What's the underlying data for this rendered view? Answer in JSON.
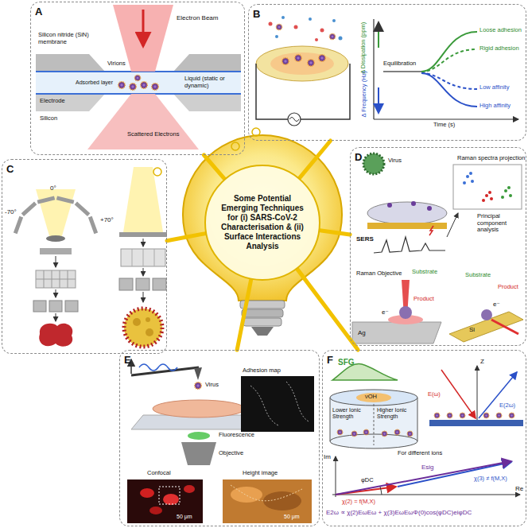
{
  "diagram": {
    "nodes": [
      {
        "text": [
          "A"
        ]
      },
      {
        "text": [
          "B"
        ]
      },
      {
        "text": [
          "C"
        ]
      },
      {
        "text": [
          "Some Potential Emerging Techniques for (i) SARS-CoV-2 Characterisation & (ii) Surface Interactions Analysis"
        ]
      },
      {
        "text": [
          "D"
        ]
      },
      {
        "text": [
          "E"
        ]
      },
      {
        "text": [
          "F"
        ]
      }
    ],
    "edges": [
      {
        "from": 3,
        "to": 0,
        "arrow": "none"
      },
      {
        "from": 3,
        "to": 1,
        "arrow": "none"
      },
      {
        "from": 3,
        "to": 2,
        "arrow": "none"
      },
      {
        "from": 3,
        "to": 4,
        "arrow": "none"
      },
      {
        "from": 3,
        "to": 5,
        "arrow": "none"
      },
      {
        "from": 3,
        "to": 6,
        "arrow": "none"
      }
    ],
    "labels": [
      "Electron Beam",
      "Silicon nitride (SiN) membrane",
      "Electrode",
      "Virions",
      "Adsorbed layer",
      "Liquid (static or dynamic)",
      "Silicon",
      "Scattered Electrons",
      "Δ Dissipation (ppm)",
      "Δ Frequency (Hz)",
      "Equilibration",
      "Loose adhesion",
      "Rigid adhesion",
      "Low affinity",
      "High affinity",
      "Time (s)",
      "+70°",
      "0°",
      "-70°",
      "Raman spectra projection",
      "Virus",
      "Principal component analysis",
      "SERS",
      "Raman Objective",
      "Substrate",
      "Product",
      "Ag",
      "e⁻",
      "Substrate",
      "Product",
      "Si",
      "e⁻",
      "Adhesion map",
      "Virus",
      "Fluorescence",
      "Objective",
      "Confocal",
      "Height image",
      "50 μm",
      "50 μm",
      "SFG",
      "νOH",
      "Lower Ionic Strength",
      "Higher Ionic Strength",
      "Z",
      "E(ω)",
      "E(2ω)",
      "Im",
      "For different ions",
      "Esig",
      "φDC",
      "χ(3) ≠ f(M,X)",
      "χ(2) = f(M,X)",
      "Re",
      "E2ω ∝ χ(2)EωEω + χ(3)EωEωΦ(0)cos(φDC)eiφDC"
    ]
  }
}
